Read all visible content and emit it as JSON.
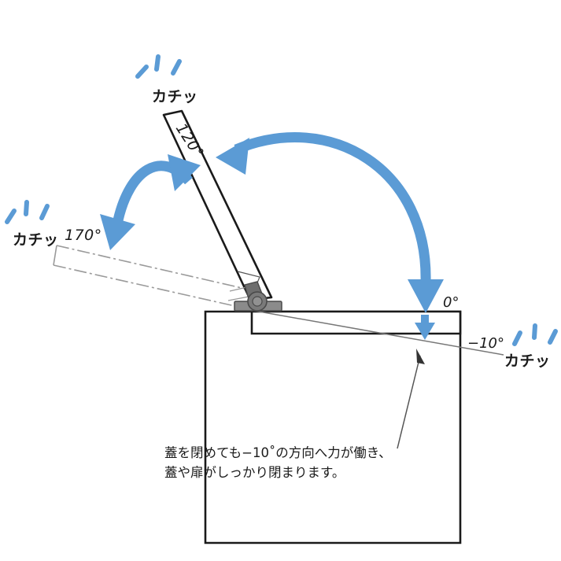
{
  "diagram": {
    "title": "hinge-opening-angle-diagram",
    "colors": {
      "accent_blue": "#5B9BD5",
      "line_black": "#1a1a1a",
      "hinge_gray": "#808080",
      "ghost_gray": "#9a9a9a"
    },
    "labels": {
      "klick_top": "カチッ",
      "klick_left": "カチッ",
      "klick_right": "カチッ",
      "angle_120": "120°",
      "angle_170": "170°",
      "angle_0": "0°",
      "angle_minus10": "−10°"
    },
    "caption": {
      "line1": "蓋を閉めても−10˚の方向へ力が働き、",
      "line2": "蓋や扉がしっかり閉まります。"
    },
    "positions": [
      {
        "name": "open-120",
        "angle": "120°",
        "style": "solid"
      },
      {
        "name": "open-170",
        "angle": "170°",
        "style": "dash-dot"
      },
      {
        "name": "closed-0",
        "angle": "0°",
        "style": "solid"
      },
      {
        "name": "over-closed",
        "angle": "−10°",
        "style": "thin-line"
      }
    ]
  }
}
